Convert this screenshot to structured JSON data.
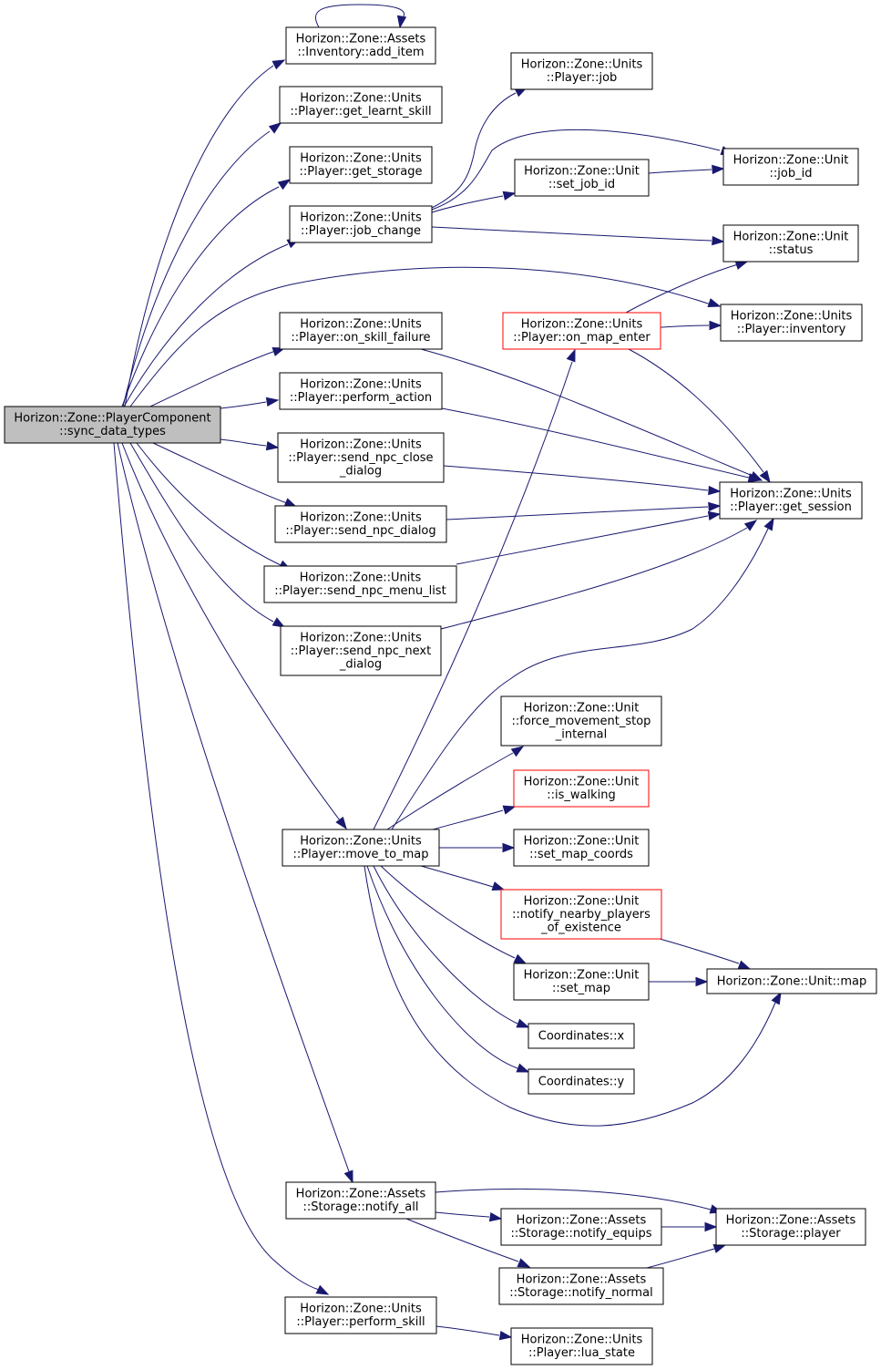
{
  "colors": {
    "edge": "#191970",
    "root_fill": "#bfbfbf",
    "node_fill": "#ffffff",
    "node_border": "#000000",
    "truncated_border": "#ff0000"
  },
  "nodes": [
    {
      "id": "root",
      "lines": [
        "Horizon::Zone::PlayerComponent",
        "::sync_data_types"
      ],
      "style": "root"
    },
    {
      "id": "add_item",
      "lines": [
        "Horizon::Zone::Assets",
        "::Inventory::add_item"
      ],
      "style": "normal"
    },
    {
      "id": "get_learnt_skill",
      "lines": [
        "Horizon::Zone::Units",
        "::Player::get_learnt_skill"
      ],
      "style": "normal"
    },
    {
      "id": "get_storage",
      "lines": [
        "Horizon::Zone::Units",
        "::Player::get_storage"
      ],
      "style": "normal"
    },
    {
      "id": "job_change",
      "lines": [
        "Horizon::Zone::Units",
        "::Player::job_change"
      ],
      "style": "normal"
    },
    {
      "id": "on_skill_failure",
      "lines": [
        "Horizon::Zone::Units",
        "::Player::on_skill_failure"
      ],
      "style": "normal"
    },
    {
      "id": "perform_action",
      "lines": [
        "Horizon::Zone::Units",
        "::Player::perform_action"
      ],
      "style": "normal"
    },
    {
      "id": "send_npc_close_dialog",
      "lines": [
        "Horizon::Zone::Units",
        "::Player::send_npc_close",
        "_dialog"
      ],
      "style": "normal"
    },
    {
      "id": "send_npc_dialog",
      "lines": [
        "Horizon::Zone::Units",
        "::Player::send_npc_dialog"
      ],
      "style": "normal"
    },
    {
      "id": "send_npc_menu_list",
      "lines": [
        "Horizon::Zone::Units",
        "::Player::send_npc_menu_list"
      ],
      "style": "normal"
    },
    {
      "id": "send_npc_next_dialog",
      "lines": [
        "Horizon::Zone::Units",
        "::Player::send_npc_next",
        "_dialog"
      ],
      "style": "normal"
    },
    {
      "id": "move_to_map",
      "lines": [
        "Horizon::Zone::Units",
        "::Player::move_to_map"
      ],
      "style": "normal"
    },
    {
      "id": "notify_all",
      "lines": [
        "Horizon::Zone::Assets",
        "::Storage::notify_all"
      ],
      "style": "normal"
    },
    {
      "id": "perform_skill",
      "lines": [
        "Horizon::Zone::Units",
        "::Player::perform_skill"
      ],
      "style": "normal"
    },
    {
      "id": "player_job",
      "lines": [
        "Horizon::Zone::Units",
        "::Player::job"
      ],
      "style": "normal"
    },
    {
      "id": "set_job_id",
      "lines": [
        "Horizon::Zone::Unit",
        "::set_job_id"
      ],
      "style": "normal"
    },
    {
      "id": "unit_job_id",
      "lines": [
        "Horizon::Zone::Unit",
        "::job_id"
      ],
      "style": "normal"
    },
    {
      "id": "unit_status",
      "lines": [
        "Horizon::Zone::Unit",
        "::status"
      ],
      "style": "normal"
    },
    {
      "id": "on_map_enter",
      "lines": [
        "Horizon::Zone::Units",
        "::Player::on_map_enter"
      ],
      "style": "truncated"
    },
    {
      "id": "player_inventory",
      "lines": [
        "Horizon::Zone::Units",
        "::Player::inventory"
      ],
      "style": "normal"
    },
    {
      "id": "get_session",
      "lines": [
        "Horizon::Zone::Units",
        "::Player::get_session"
      ],
      "style": "normal"
    },
    {
      "id": "force_movement_stop",
      "lines": [
        "Horizon::Zone::Unit",
        "::force_movement_stop",
        "_internal"
      ],
      "style": "normal"
    },
    {
      "id": "is_walking",
      "lines": [
        "Horizon::Zone::Unit",
        "::is_walking"
      ],
      "style": "truncated"
    },
    {
      "id": "set_map_coords",
      "lines": [
        "Horizon::Zone::Unit",
        "::set_map_coords"
      ],
      "style": "normal"
    },
    {
      "id": "notify_nearby",
      "lines": [
        "Horizon::Zone::Unit",
        "::notify_nearby_players",
        "_of_existence"
      ],
      "style": "truncated"
    },
    {
      "id": "set_map",
      "lines": [
        "Horizon::Zone::Unit",
        "::set_map"
      ],
      "style": "normal"
    },
    {
      "id": "unit_map",
      "lines": [
        "Horizon::Zone::Unit::map"
      ],
      "style": "normal"
    },
    {
      "id": "coord_x",
      "lines": [
        "Coordinates::x"
      ],
      "style": "normal"
    },
    {
      "id": "coord_y",
      "lines": [
        "Coordinates::y"
      ],
      "style": "normal"
    },
    {
      "id": "notify_equips",
      "lines": [
        "Horizon::Zone::Assets",
        "::Storage::notify_equips"
      ],
      "style": "normal"
    },
    {
      "id": "storage_player",
      "lines": [
        "Horizon::Zone::Assets",
        "::Storage::player"
      ],
      "style": "normal"
    },
    {
      "id": "notify_normal",
      "lines": [
        "Horizon::Zone::Assets",
        "::Storage::notify_normal"
      ],
      "style": "normal"
    },
    {
      "id": "lua_state",
      "lines": [
        "Horizon::Zone::Units",
        "::Player::lua_state"
      ],
      "style": "normal"
    }
  ],
  "edges": [
    {
      "from": "root",
      "to": "add_item"
    },
    {
      "from": "root",
      "to": "get_learnt_skill"
    },
    {
      "from": "root",
      "to": "get_storage"
    },
    {
      "from": "root",
      "to": "job_change"
    },
    {
      "from": "root",
      "to": "player_inventory"
    },
    {
      "from": "root",
      "to": "on_skill_failure"
    },
    {
      "from": "root",
      "to": "perform_action"
    },
    {
      "from": "root",
      "to": "send_npc_close_dialog"
    },
    {
      "from": "root",
      "to": "send_npc_dialog"
    },
    {
      "from": "root",
      "to": "send_npc_menu_list"
    },
    {
      "from": "root",
      "to": "send_npc_next_dialog"
    },
    {
      "from": "root",
      "to": "move_to_map"
    },
    {
      "from": "root",
      "to": "notify_all"
    },
    {
      "from": "root",
      "to": "perform_skill"
    },
    {
      "from": "add_item",
      "to": "add_item"
    },
    {
      "from": "job_change",
      "to": "player_job"
    },
    {
      "from": "job_change",
      "to": "unit_job_id"
    },
    {
      "from": "job_change",
      "to": "set_job_id"
    },
    {
      "from": "job_change",
      "to": "unit_status"
    },
    {
      "from": "set_job_id",
      "to": "unit_job_id"
    },
    {
      "from": "on_map_enter",
      "to": "unit_status"
    },
    {
      "from": "on_map_enter",
      "to": "player_inventory"
    },
    {
      "from": "on_map_enter",
      "to": "get_session"
    },
    {
      "from": "on_skill_failure",
      "to": "get_session"
    },
    {
      "from": "perform_action",
      "to": "get_session"
    },
    {
      "from": "send_npc_close_dialog",
      "to": "get_session"
    },
    {
      "from": "send_npc_dialog",
      "to": "get_session"
    },
    {
      "from": "send_npc_menu_list",
      "to": "get_session"
    },
    {
      "from": "send_npc_next_dialog",
      "to": "get_session"
    },
    {
      "from": "move_to_map",
      "to": "on_map_enter"
    },
    {
      "from": "move_to_map",
      "to": "get_session"
    },
    {
      "from": "move_to_map",
      "to": "force_movement_stop"
    },
    {
      "from": "move_to_map",
      "to": "is_walking"
    },
    {
      "from": "move_to_map",
      "to": "set_map_coords"
    },
    {
      "from": "move_to_map",
      "to": "notify_nearby"
    },
    {
      "from": "move_to_map",
      "to": "set_map"
    },
    {
      "from": "move_to_map",
      "to": "coord_x"
    },
    {
      "from": "move_to_map",
      "to": "coord_y"
    },
    {
      "from": "move_to_map",
      "to": "unit_map"
    },
    {
      "from": "notify_nearby",
      "to": "unit_map"
    },
    {
      "from": "set_map",
      "to": "unit_map"
    },
    {
      "from": "notify_all",
      "to": "storage_player"
    },
    {
      "from": "notify_all",
      "to": "notify_equips"
    },
    {
      "from": "notify_all",
      "to": "notify_normal"
    },
    {
      "from": "notify_equips",
      "to": "storage_player"
    },
    {
      "from": "notify_normal",
      "to": "storage_player"
    },
    {
      "from": "perform_skill",
      "to": "lua_state"
    }
  ]
}
